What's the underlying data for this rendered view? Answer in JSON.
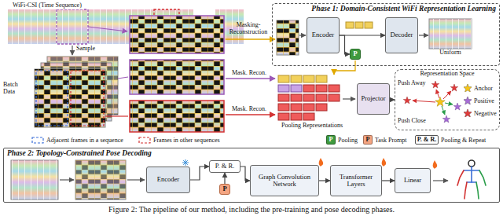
{
  "diagram": {
    "caption": "Figure 2: The pipeline of our method, including the pre-training and pose decoding phases.",
    "nodes": [
      {
        "text": [
          "Phase 1: Domain-Consistent WiFi Representation Learning"
        ]
      },
      {
        "text": [
          "Encoder"
        ],
        "in": 0
      },
      {
        "text": [
          "Decoder"
        ],
        "in": 0
      },
      {
        "text": [
          "P"
        ],
        "in": 0
      },
      {
        "text": [
          "Projector"
        ]
      },
      {
        "text": [
          "Representation Space",
          "Push Away",
          "Push Close"
        ]
      },
      {
        "text": [
          "Phase 2: Topology-Constrained Pose Decoding"
        ]
      },
      {
        "text": [
          "Encoder"
        ],
        "in": 6
      },
      {
        "text": [
          "P. & R."
        ],
        "in": 6
      },
      {
        "text": [
          "P"
        ],
        "in": 6
      },
      {
        "text": [
          "Graph Convolution Network"
        ],
        "in": 6
      },
      {
        "text": [
          "Transformer Layers"
        ],
        "in": 6
      },
      {
        "text": [
          "Linear"
        ],
        "in": 6
      }
    ],
    "edges": [
      {
        "from": 1,
        "to": 2,
        "arrow": "to"
      },
      {
        "from": 1,
        "to": 3,
        "arrow": "to"
      },
      {
        "from": 4,
        "to": 5,
        "arrow": "to"
      },
      {
        "from": 7,
        "to": 8,
        "arrow": "to"
      },
      {
        "from": 9,
        "to": 8,
        "arrow": "to"
      },
      {
        "from": 8,
        "to": 10,
        "arrow": "to"
      },
      {
        "from": 10,
        "to": 11,
        "arrow": "to"
      },
      {
        "from": 11,
        "to": 12,
        "arrow": "to"
      }
    ],
    "labels": [
      "WiFi-CSI (Time Sequence)",
      "Sample",
      "Batch Data",
      "Masking-Reconstruction",
      "Mask. Recon.",
      "Mask. Recon.",
      "Uniform",
      "Pooling Representations",
      "P",
      "P",
      "P. & R."
    ],
    "legend": [
      {
        "text": "Adjacent frames in a sequence"
      },
      {
        "text": "Frames in other sequences"
      },
      {
        "text": "Anchor"
      },
      {
        "text": "Positive"
      },
      {
        "text": "Negative"
      },
      {
        "text": "Pooling",
        "color": "#3e9a3e"
      },
      {
        "text": "Task Prompt",
        "color": "#f4a582"
      },
      {
        "text": "Pooling & Repeat",
        "color": "#ffffff"
      }
    ]
  }
}
